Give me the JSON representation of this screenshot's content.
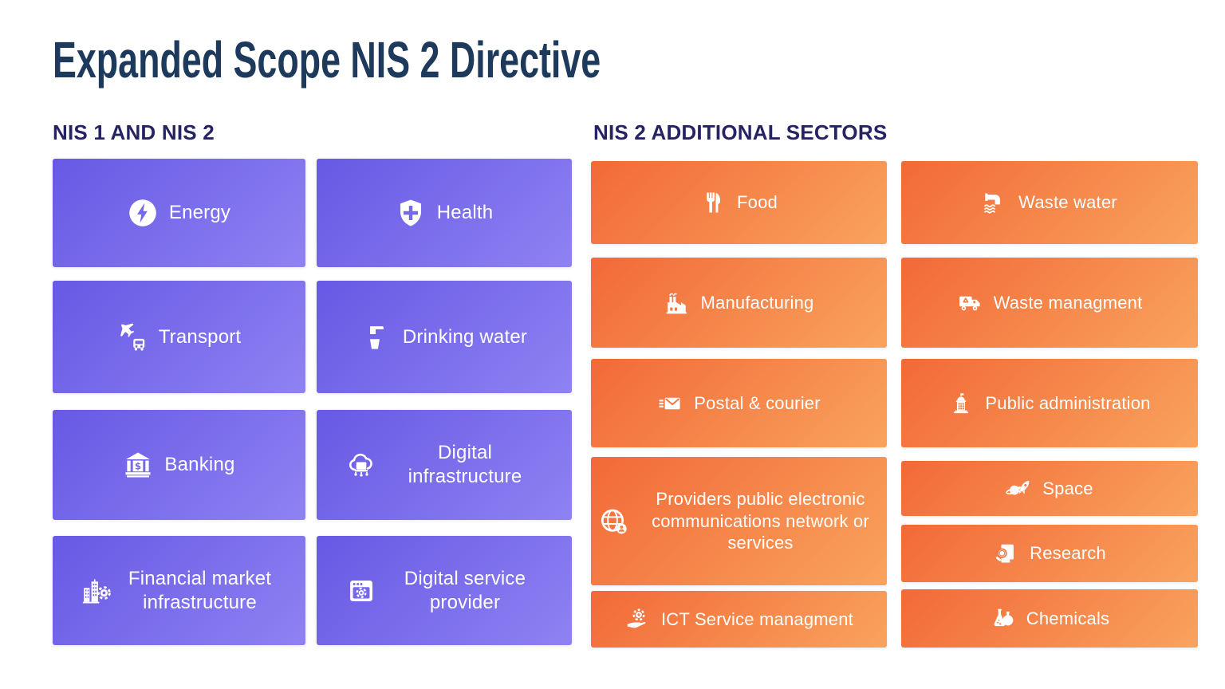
{
  "page": {
    "title": "Expanded Scope NIS 2 Directive"
  },
  "colors": {
    "background": "#ffffff",
    "title": "#1d3a5c",
    "section_header": "#262365",
    "tile_text": "#ffffff",
    "purple_gradient_start": "#6759e4",
    "purple_gradient_end": "#8e82f3",
    "purple_icon_accent": "#7568ea",
    "orange_gradient_start": "#f26937",
    "orange_gradient_end": "#f9a35e",
    "orange_icon_accent": "#f17a41"
  },
  "nis1": {
    "header": "NIS 1 AND NIS 2",
    "tiles": [
      {
        "id": "energy",
        "label": "Energy",
        "icon": "energy-icon"
      },
      {
        "id": "health",
        "label": "Health",
        "icon": "health-shield-icon"
      },
      {
        "id": "transport",
        "label": "Transport",
        "icon": "transport-icon"
      },
      {
        "id": "drinking-water",
        "label": "Drinking water",
        "icon": "drinking-water-icon"
      },
      {
        "id": "banking",
        "label": "Banking",
        "icon": "banking-icon"
      },
      {
        "id": "digital-infrastructure",
        "label": "Digital infrastructure",
        "icon": "digital-infrastructure-icon"
      },
      {
        "id": "financial-market-infrastructure",
        "label": "Financial market infrastructure",
        "icon": "financial-market-icon"
      },
      {
        "id": "digital-service-provider",
        "label": "Digital service provider",
        "icon": "digital-service-icon"
      }
    ]
  },
  "nis2": {
    "header": "NIS 2 ADDITIONAL SECTORS",
    "tiles": [
      {
        "id": "food",
        "label": "Food",
        "icon": "food-icon"
      },
      {
        "id": "waste-water",
        "label": "Waste water",
        "icon": "waste-water-icon"
      },
      {
        "id": "manufacturing",
        "label": "Manufacturing",
        "icon": "manufacturing-icon"
      },
      {
        "id": "waste-management",
        "label": "Waste managment",
        "icon": "waste-truck-icon"
      },
      {
        "id": "postal-courier",
        "label": "Postal & courier",
        "icon": "postal-envelope-icon"
      },
      {
        "id": "public-administration",
        "label": "Public administration",
        "icon": "public-administration-icon"
      },
      {
        "id": "providers-network",
        "label": "Providers public electronic communications network or services",
        "icon": "globe-user-icon"
      },
      {
        "id": "space",
        "label": "Space",
        "icon": "space-icon"
      },
      {
        "id": "research",
        "label": "Research",
        "icon": "research-icon"
      },
      {
        "id": "ict-service-management",
        "label": "ICT Service managment",
        "icon": "ict-service-icon"
      },
      {
        "id": "chemicals",
        "label": "Chemicals",
        "icon": "chemicals-icon"
      }
    ]
  }
}
